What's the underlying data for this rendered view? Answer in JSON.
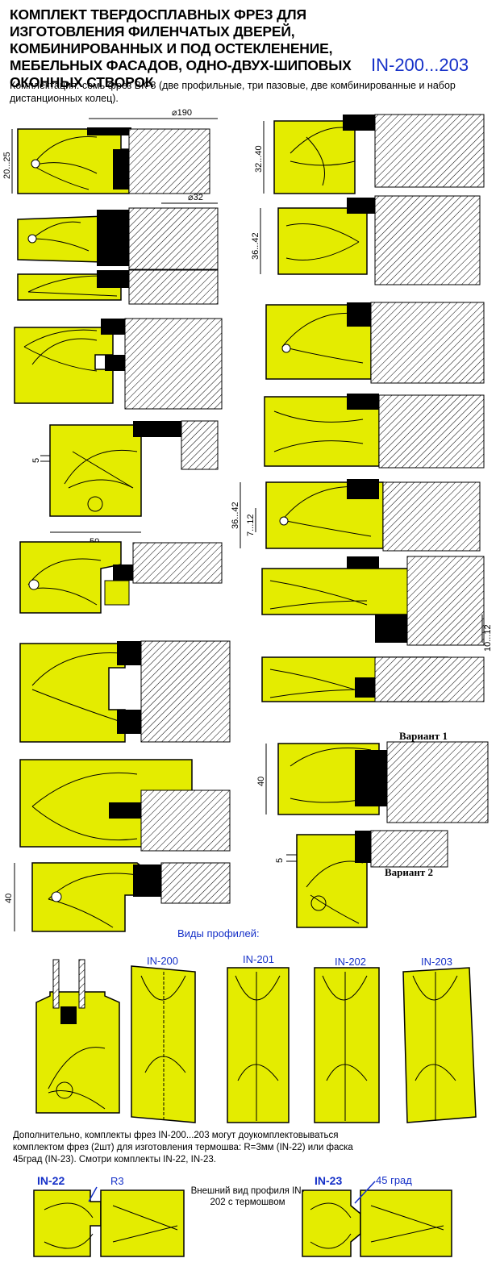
{
  "header": {
    "title": "КОМПЛЕКТ ТВЕРДОСПЛАВНЫХ ФРЕЗ ДЛЯ ИЗГОТОВЛЕНИЯ ФИЛЕНЧАТЫХ ДВЕРЕЙ, КОМБИНИРОВАННЫХ И ПОД ОСТЕКЛЕНЕНИЕ, МЕБЕЛЬНЫХ ФАСАДОВ, ОДНО-ДВУХ-ШИПОВЫХ ОКОННЫХ СТВОРОК",
    "code": "IN-200...203",
    "subtitle": "Комплектация: семь фрез ВК-8 (две профильные, три пазовые, две комбинированные и набор дистанционных колец)."
  },
  "dimensions": {
    "d190": "⌀190",
    "d32": "⌀32",
    "h20_25": "20...25",
    "h32_40": "32...40",
    "h36_42a": "36...42",
    "h5a": "5",
    "w50": "50",
    "h36_42b": "36...42",
    "h7_12": "7...12",
    "h10_12": "10...12",
    "h40a": "40",
    "h5b": "5",
    "h40b": "40"
  },
  "variants": {
    "v1": "Вариант 1",
    "v2": "Вариант 2"
  },
  "profiles": {
    "heading": "Виды профилей:",
    "items": [
      "IN-200",
      "IN-201",
      "IN-202",
      "IN-203"
    ]
  },
  "footer": {
    "note": "Дополнительно, комплекты фрез  IN-200...203 могут доукомплектовываться комплектом фрез (2шт) для изготовления термошва: R=3мм (IN-22) или фаска 45град (IN-23). Смотри комплекты IN-22, IN-23.",
    "left_code": "IN-22",
    "left_mark": "R3",
    "center": "Внешний вид профиля IN-202  с термошвом",
    "right_code": "IN-23",
    "right_mark": "45 град"
  },
  "colors": {
    "wood": "#e4ec00",
    "accent": "#1530c8",
    "ink": "#000000"
  }
}
